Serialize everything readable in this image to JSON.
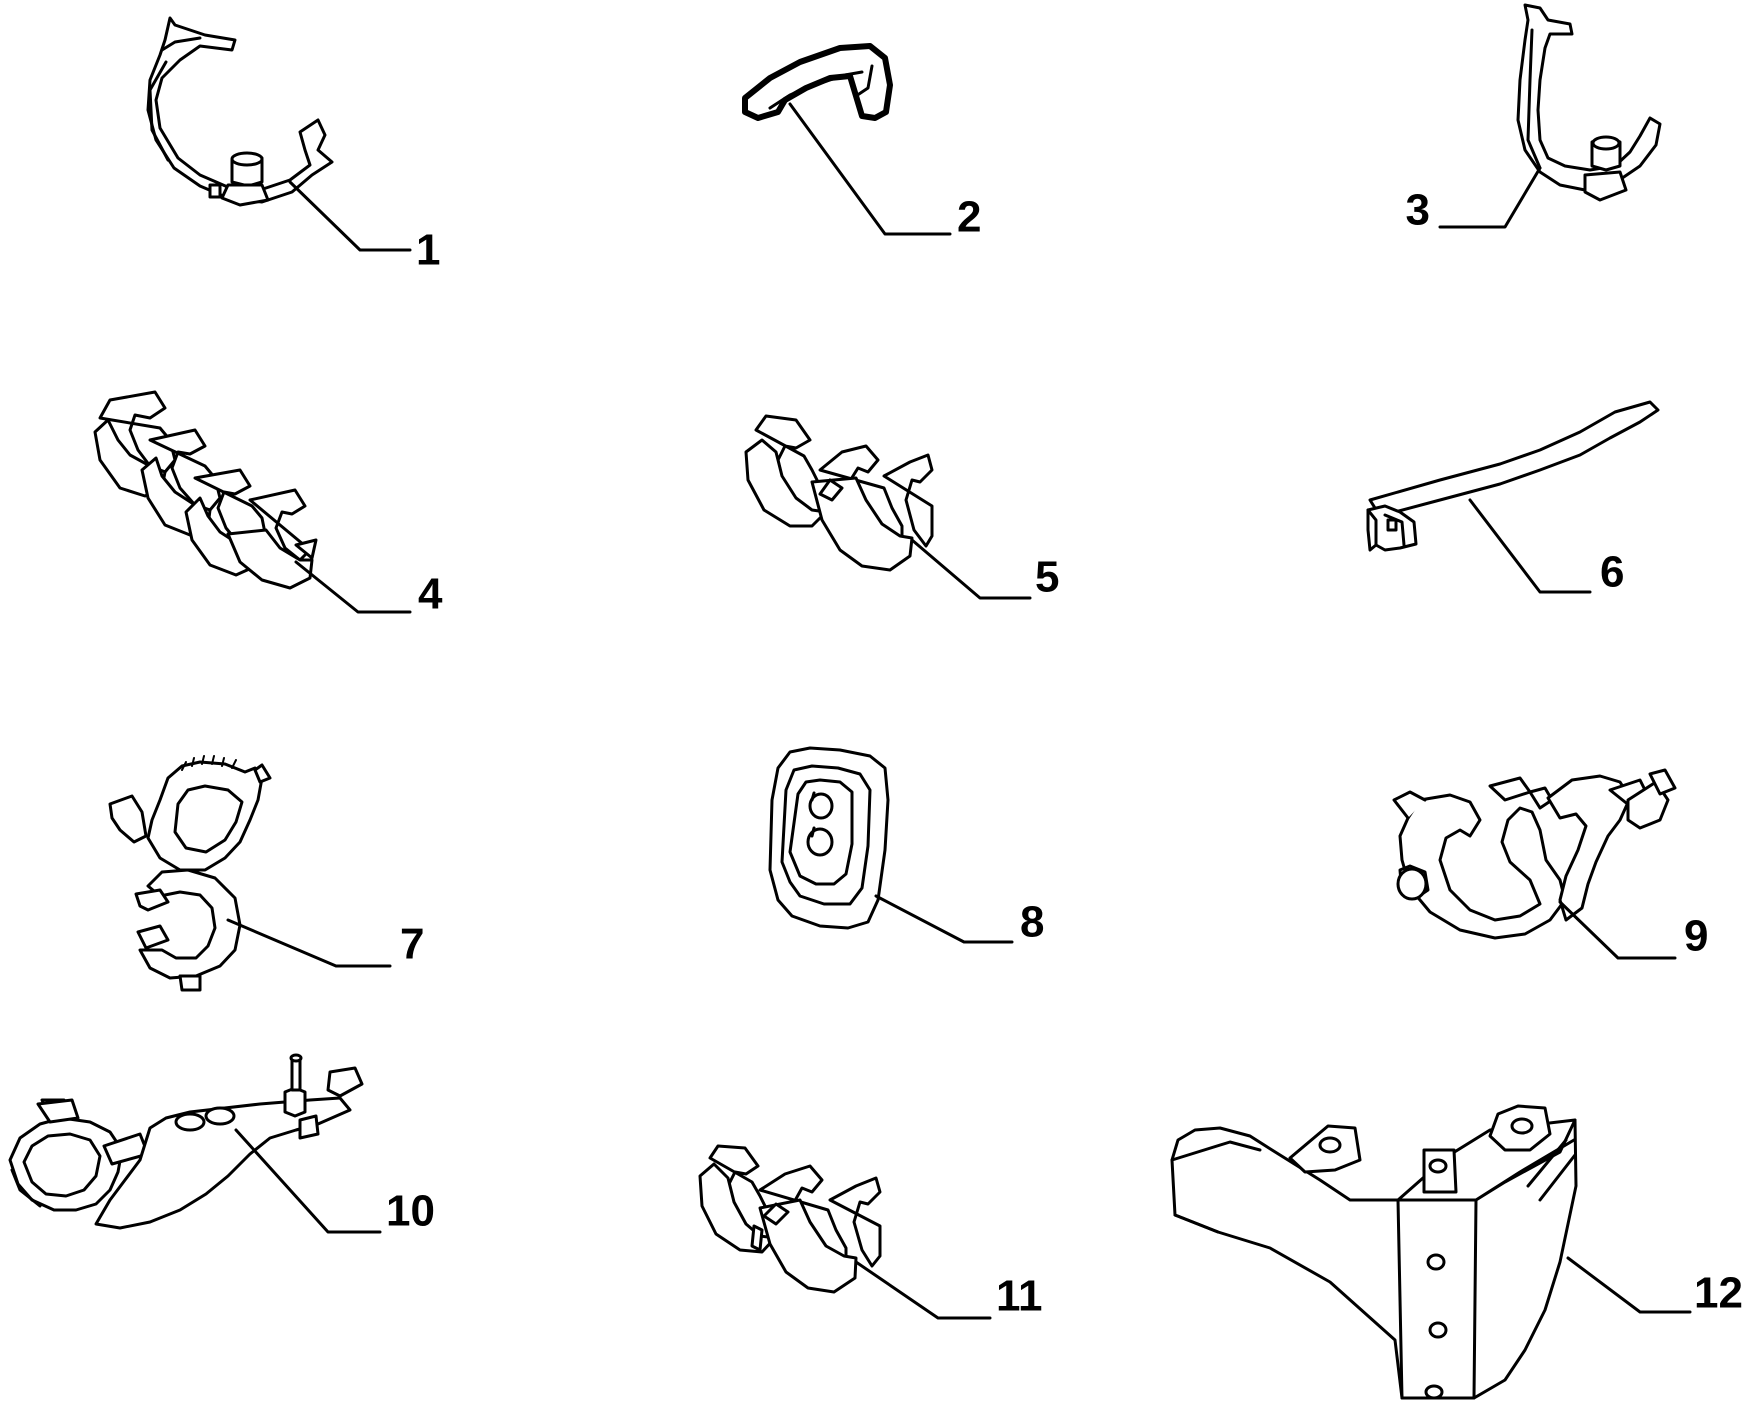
{
  "parts": [
    {
      "id": "part-1",
      "label": "1"
    },
    {
      "id": "part-2",
      "label": "2"
    },
    {
      "id": "part-3",
      "label": "3"
    },
    {
      "id": "part-4",
      "label": "4"
    },
    {
      "id": "part-5",
      "label": "5"
    },
    {
      "id": "part-6",
      "label": "6"
    },
    {
      "id": "part-7",
      "label": "7"
    },
    {
      "id": "part-8",
      "label": "8"
    },
    {
      "id": "part-9",
      "label": "9"
    },
    {
      "id": "part-10",
      "label": "10"
    },
    {
      "id": "part-11",
      "label": "11"
    },
    {
      "id": "part-12",
      "label": "12"
    }
  ],
  "colors": {
    "line": "#000000",
    "background": "#ffffff"
  }
}
